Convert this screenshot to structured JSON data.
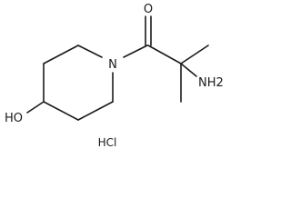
{
  "molecule": {
    "atoms": {
      "oxygen_carbonyl": "O",
      "nitrogen_ring": "N",
      "amine": "NH2",
      "hydroxyl": "HO"
    },
    "salt": "HCl"
  }
}
